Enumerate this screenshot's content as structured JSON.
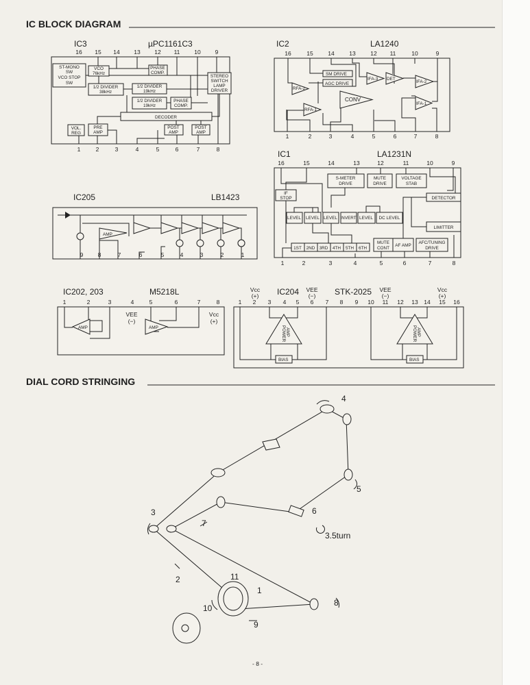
{
  "headings": {
    "ic_block": "IC BLOCK DIAGRAM",
    "dial_cord": "DIAL CORD STRINGING"
  },
  "page_number": "- 8 -",
  "ic3": {
    "ref": "IC3",
    "part": "µPC1161C3",
    "top_pins": [
      "16",
      "15",
      "14",
      "13",
      "12",
      "11",
      "10",
      "9"
    ],
    "bottom_pins": [
      "1",
      "2",
      "3",
      "4",
      "5",
      "6",
      "7",
      "8"
    ],
    "blocks": {
      "st_mono": [
        "ST-MONO",
        "SW",
        "VCO STOP",
        "SW"
      ],
      "vco": [
        "VCO",
        "76kHz"
      ],
      "phase1": [
        "PHASE",
        "COMP."
      ],
      "stereo": [
        "STEREO",
        "SWITCH",
        "LAMP",
        "DRIVER"
      ],
      "div38": [
        "1/2 DIVIDER",
        "38kHz"
      ],
      "div19a": [
        "1/2 DIVIDER",
        "19kHz"
      ],
      "div19b": [
        "1/2 DIVIDER",
        "19kHz"
      ],
      "phase2": [
        "PHASE",
        "COMP."
      ],
      "decoder": "DECODER",
      "volreg": [
        "VOL.",
        "REG"
      ],
      "preamp": [
        "PRE",
        "AMP"
      ],
      "post1": [
        "POST",
        "AMP"
      ],
      "post2": [
        "POST",
        "AMP"
      ]
    }
  },
  "ic2": {
    "ref": "IC2",
    "part": "LA1240",
    "top_pins": [
      "16",
      "15",
      "14",
      "13",
      "12",
      "11",
      "10",
      "9"
    ],
    "bottom_pins": [
      "1",
      "2",
      "3",
      "4",
      "5",
      "6",
      "7",
      "8"
    ],
    "blocks": {
      "sm": "SM DRIVE",
      "agc": "AGC DRIVE",
      "rfa2": "RFA-2",
      "rfa1": "RFA-1",
      "conv": "CONV",
      "ifa3": "IFA-3",
      "det": "DET",
      "ifa2": "IFA-2",
      "ifa1": "IFA-1"
    }
  },
  "ic1": {
    "ref": "IC1",
    "part": "LA1231N",
    "top_pins": [
      "16",
      "15",
      "14",
      "13",
      "12",
      "11",
      "10",
      "9"
    ],
    "bottom_pins": [
      "1",
      "2",
      "3",
      "4",
      "5",
      "6",
      "7",
      "8"
    ],
    "blocks": {
      "smeter": [
        "S-METER",
        "DRIVE"
      ],
      "mute": [
        "MUTE",
        "DRIVE"
      ],
      "vstab": [
        "VOLTAGE",
        "STAB"
      ],
      "ifstop": [
        "IF",
        "STOP"
      ],
      "detector": "DETECTOR",
      "levels": [
        "LEVEL",
        "LEVEL",
        "LEVEL",
        "INVERT",
        "LEVEL",
        "DC LEVEL"
      ],
      "limitter": "LIMITTER",
      "stages": [
        "1ST",
        "2ND",
        "3RD",
        "4TH",
        "5TH",
        "6TH"
      ],
      "mutecont": [
        "MUTE",
        "CONT"
      ],
      "afamp": "AF AMP",
      "afc": [
        "AFC/TUNING",
        "DRIVE"
      ]
    }
  },
  "ic205": {
    "ref": "IC205",
    "part": "LB1423",
    "pins": [
      "9",
      "8",
      "7",
      "6",
      "5",
      "4",
      "3",
      "2",
      "1"
    ],
    "amp": "AMP"
  },
  "ic202": {
    "ref": "IC202, 203",
    "part": "M5218L",
    "pins": [
      "1",
      "2",
      "3",
      "4",
      "5",
      "6",
      "7",
      "8"
    ],
    "vee": [
      "VEE",
      "(−)"
    ],
    "vcc": [
      "Vcc",
      "(+)"
    ],
    "amp": "AMP"
  },
  "ic204": {
    "ref": "IC204",
    "part": "STK-2025",
    "pins": [
      "1",
      "2",
      "3",
      "4",
      "5",
      "6",
      "7",
      "8",
      "9",
      "10",
      "11",
      "12",
      "13",
      "14",
      "15",
      "16"
    ],
    "vcc": [
      "Vcc",
      "(+)"
    ],
    "vee": [
      "VEE",
      "(−)"
    ],
    "power_amp": [
      "POWER",
      "AMP"
    ],
    "bias": "BIAS"
  },
  "dial": {
    "labels": [
      "1",
      "2",
      "3",
      "4",
      "5",
      "6",
      "7",
      "8",
      "9",
      "10",
      "11"
    ],
    "turns": "3.5turn"
  }
}
